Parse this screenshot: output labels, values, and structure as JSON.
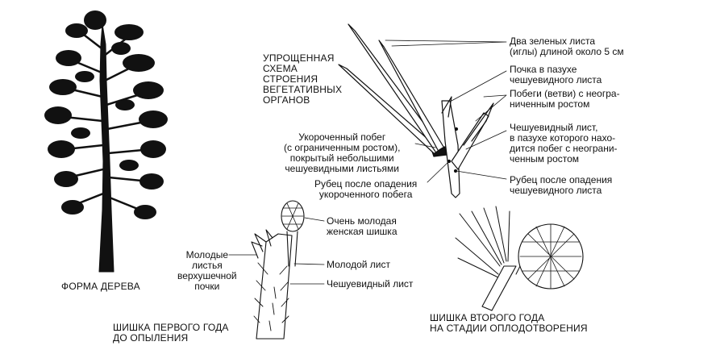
{
  "colors": {
    "ink": "#111111",
    "background": "#ffffff"
  },
  "labels": {
    "tree_form": "ФОРМА ДЕРЕВА",
    "schema_title": "УПРОЩЕННАЯ\nСХЕМА\nСТРОЕНИЯ\nВЕГЕТАТИВНЫХ\nОРГАНОВ",
    "two_needles": "Два зеленых листа\n(иглы) длиной около 5 см",
    "bud_axil": "Почка в пазухе\nчешуевидного листа",
    "unlimited_shoots": "Побеги (ветви) с неогра-\nниченным ростом",
    "scale_leaf_axil": "Чешуевидный лист,\nв пазухе которого нахо-\nдится побег с неограни-\nченным ростом",
    "scar_scale_leaf": "Рубец после опадения\nчешуевидного листа",
    "short_shoot": "Укороченный побег\n(с ограниченным ростом),\nпокрытый небольшими\nчешуевидными листьями",
    "scar_short_shoot": "Рубец после опадения\nукороченного побега",
    "young_female_cone": "Очень молодая\nженская шишка",
    "young_leaf": "Молодой лист",
    "scale_leaf": "Чешуевидный лист",
    "young_leaves_bud": "Молодые\nлистья\nверхушечной\nпочки",
    "first_year_cone": "ШИШКА ПЕРВОГО ГОДА\nДО ОПЫЛЕНИЯ",
    "second_year_cone": "ШИШКА ВТОРОГО ГОДА\nНА СТАДИИ ОПЛОДОТВОРЕНИЯ"
  }
}
